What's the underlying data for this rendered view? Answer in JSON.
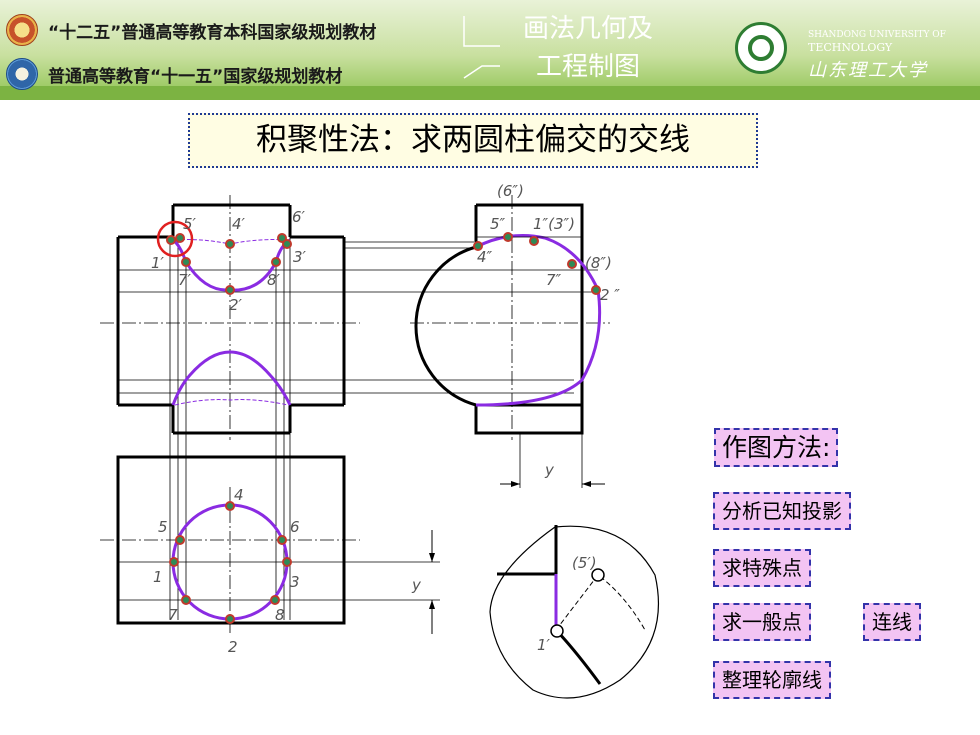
{
  "header": {
    "series_line1": "“十二五”普通高等教育本科国家级规划教材",
    "series_line2": "普通高等教育“十一五”国家级规划教材",
    "book_title_line1": "画法几何及",
    "book_title_line2": "工程制图",
    "university_en_line1": "SHANDONG UNIVERSITY OF",
    "university_en_line2": "TECHNOLOGY",
    "university_cn": "山东理工大学"
  },
  "title": "积聚性法：求两圆柱偏交的交线",
  "labels": {
    "front": [
      "5′",
      "4′",
      "6′",
      "1′",
      "3′",
      "7′",
      "8′",
      "2′"
    ],
    "side": [
      "(6″)",
      "5″",
      "1″(3″)",
      "4″",
      "(8″)",
      "7″",
      "2 ″"
    ],
    "top": [
      "4",
      "5",
      "6",
      "1",
      "3",
      "7",
      "8",
      "2"
    ],
    "dim_side": "y",
    "dim_top": "y",
    "detail": [
      "(5′)",
      "1′"
    ]
  },
  "method": {
    "heading": "作图方法:",
    "steps": [
      "分析已知投影",
      "求特殊点",
      "求一般点",
      "连线",
      "整理轮廓线"
    ]
  },
  "colors": {
    "curve": "#8a2be2",
    "point_fill": "#2e8b57",
    "point_ring": "#c0392b",
    "box_fill": "#f3c4f3",
    "box_border": "#3333aa",
    "title_border": "#1f3a93"
  }
}
